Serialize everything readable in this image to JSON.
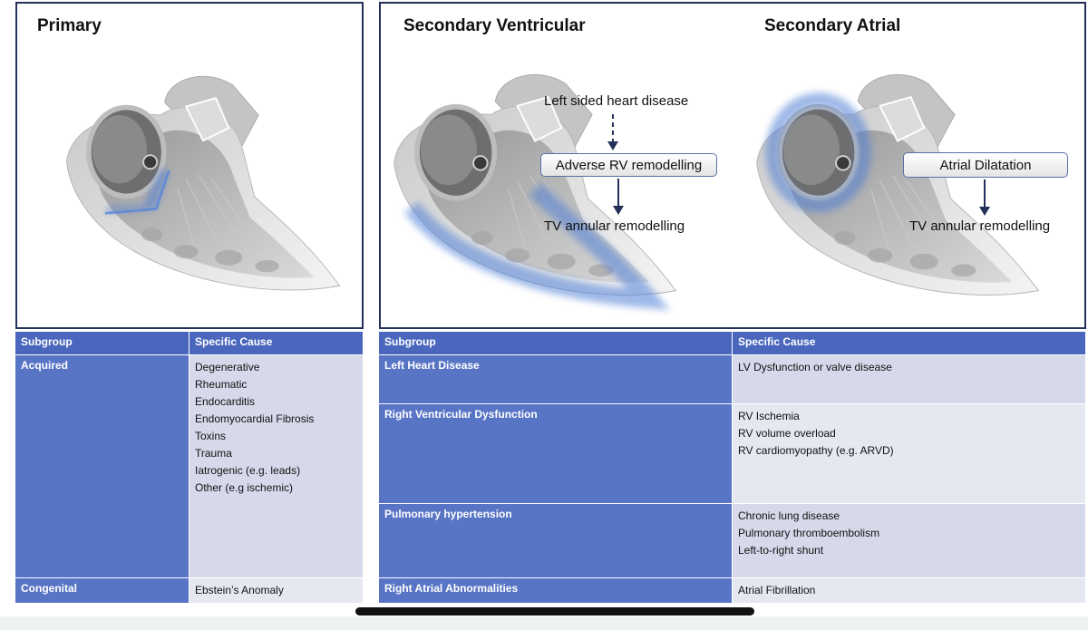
{
  "panels": {
    "primary": {
      "title": "Primary"
    },
    "secondary_ventricular": {
      "title": "Secondary Ventricular",
      "flow": {
        "top": "Left sided heart disease",
        "box": "Adverse RV remodelling",
        "bottom": "TV annular remodelling"
      }
    },
    "secondary_atrial": {
      "title": "Secondary Atrial",
      "flow": {
        "box": "Atrial Dilatation",
        "bottom": "TV annular remodelling"
      }
    }
  },
  "primary_table": {
    "headers": [
      "Subgroup",
      "Specific Cause"
    ],
    "rows": [
      {
        "subgroup": "Acquired",
        "causes": [
          "Degenerative",
          "Rheumatic",
          "Endocarditis",
          "Endomyocardial Fibrosis",
          "Toxins",
          "Trauma",
          "Iatrogenic (e.g. leads)",
          "Other (e.g ischemic)"
        ]
      },
      {
        "subgroup": "Congenital",
        "causes": [
          "Ebstein’s Anomaly"
        ]
      }
    ]
  },
  "secondary_table": {
    "headers": [
      "Subgroup",
      "Specific Cause"
    ],
    "rows": [
      {
        "subgroup": "Left Heart Disease",
        "causes": [
          "LV Dysfunction or valve disease"
        ]
      },
      {
        "subgroup": "Right Ventricular Dysfunction",
        "causes": [
          "RV Ischemia",
          "RV volume overload",
          "RV cardiomyopathy (e.g. ARVD)"
        ]
      },
      {
        "subgroup": "Pulmonary hypertension",
        "causes": [
          "Chronic lung disease",
          "Pulmonary thromboembolism",
          "Left-to-right shunt"
        ]
      },
      {
        "subgroup": "Right Atrial Abnormalities",
        "causes": [
          "Atrial Fibrillation"
        ]
      }
    ]
  },
  "colors": {
    "panel_border": "#22305a",
    "table_header": "#4a67bd",
    "subgroup_cell": "#5874c5",
    "cause_cell": "#d6d9ea",
    "highlight": "#4f7fd6"
  }
}
